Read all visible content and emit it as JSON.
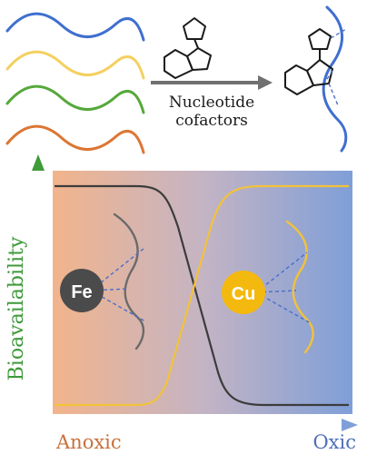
{
  "figure": {
    "arrow_label_line1": "Nucleotide",
    "arrow_label_line2": "cofactors",
    "y_axis_label": "Bioavailability",
    "x_axis_left_label": "Anoxic",
    "x_axis_right_label": "Oxic",
    "metal_left": "Fe",
    "metal_right": "Cu"
  },
  "colors": {
    "strand_blue": "#3f6fcf",
    "strand_yellow": "#f4d060",
    "strand_green": "#56a83c",
    "strand_orange": "#dc7634",
    "anoxic_bg": "#f2b48c",
    "oxic_bg": "#7f9fd8",
    "fe_circle": "#4b4b4b",
    "cu_circle": "#f4b90f",
    "fe_curve": "#3c3c3c",
    "cu_curve": "#f2c23a",
    "axis_green": "#3f9a3a",
    "axis_text_orange": "#c8713c",
    "axis_text_blue": "#4f6fb8"
  }
}
